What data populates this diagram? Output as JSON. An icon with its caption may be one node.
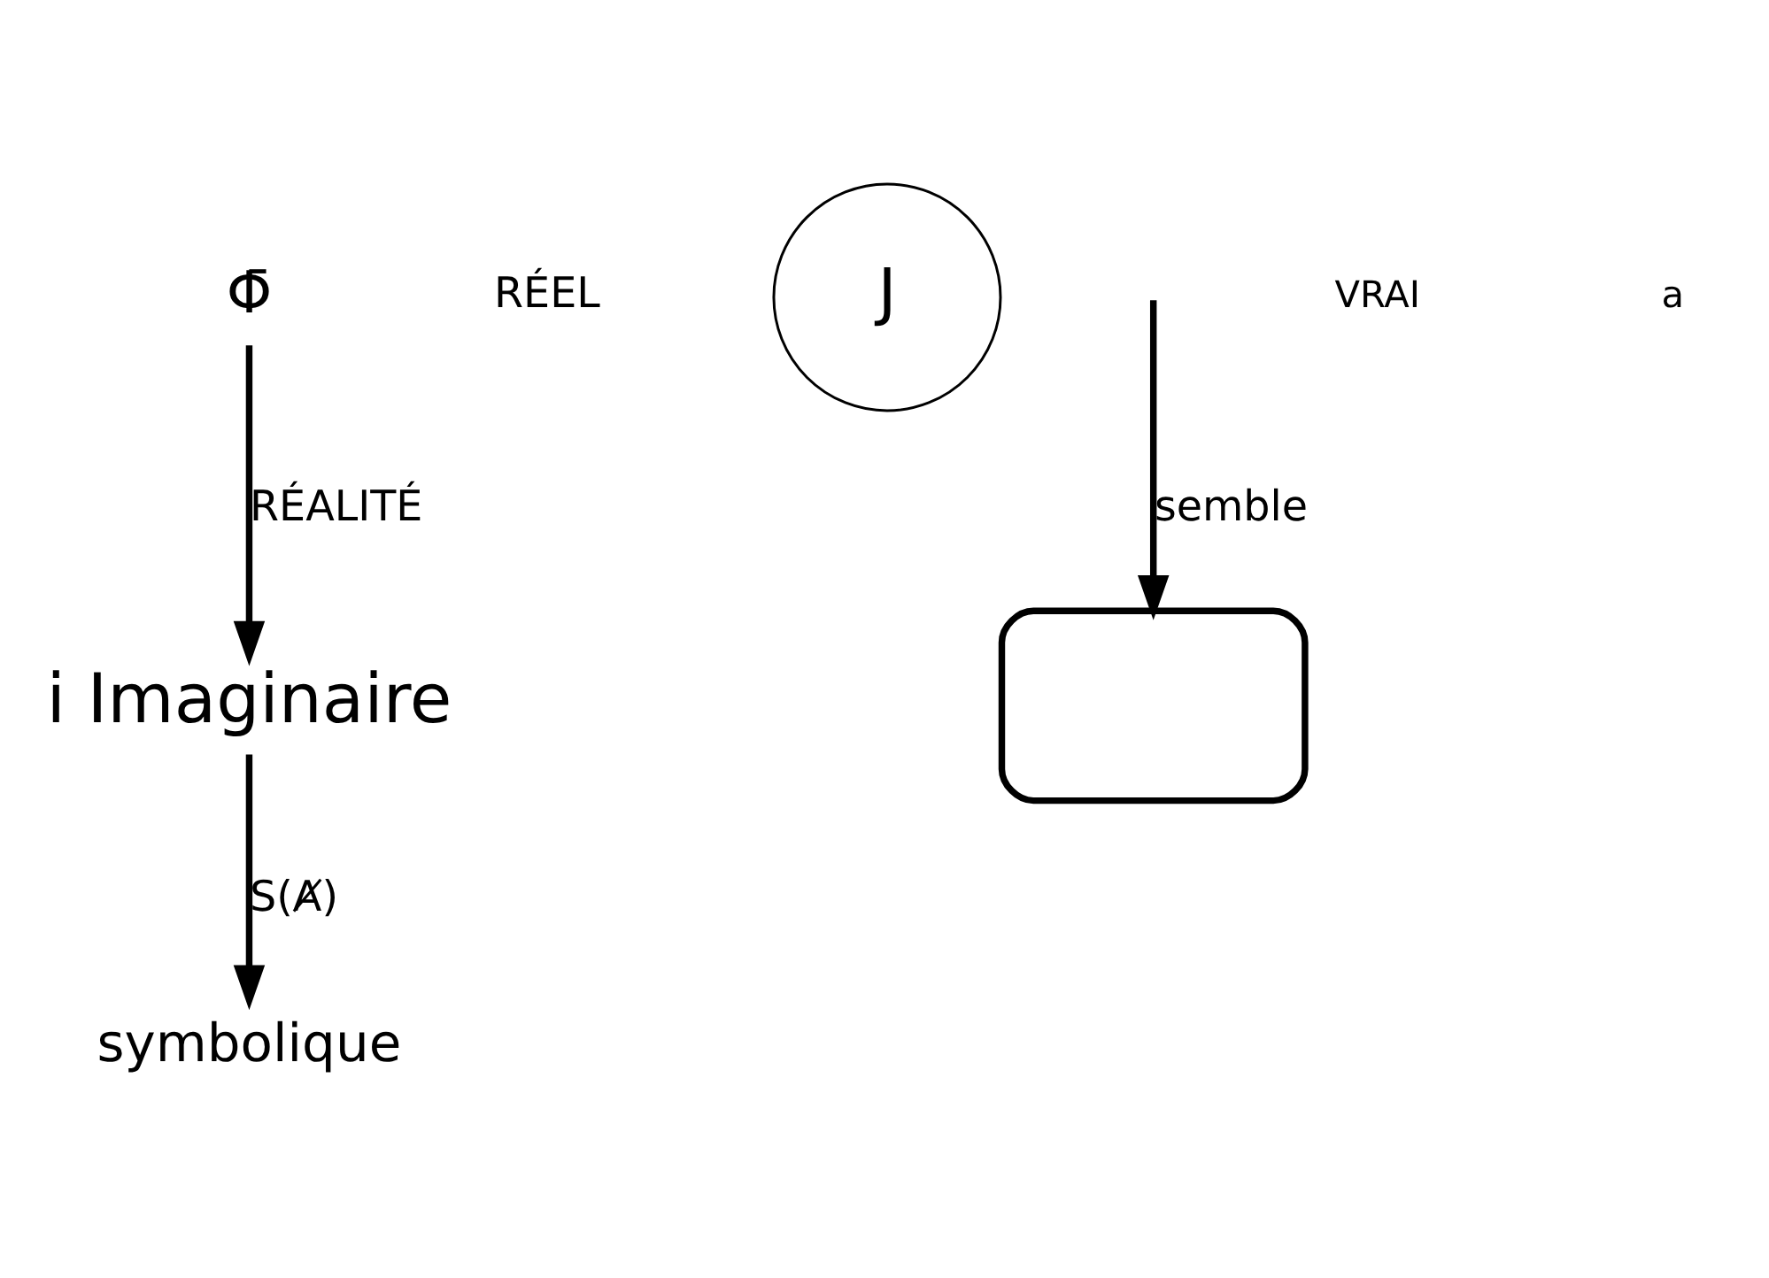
{
  "diagram": {
    "nodes": [
      {
        "text": [
          "i Imaginaire"
        ]
      },
      {
        "text": [
          "symbolique"
        ]
      },
      {
        "text": [
          "Φ̄"
        ]
      },
      {
        "text": [
          "RÉEL"
        ]
      },
      {
        "text": [
          "J"
        ]
      },
      {
        "text": [],
        "shape": "curve"
      }
    ],
    "edges": [
      {
        "from": 0,
        "to": 1,
        "arrow": "to",
        "label": "S(Ⱥ)"
      },
      {
        "from": 2,
        "to": 0,
        "arrow": "to",
        "label": "RÉALITÉ"
      },
      {
        "from": null,
        "to": 5,
        "arrow": "to",
        "label": "semble"
      }
    ],
    "labels": [
      "VRAI",
      "a"
    ]
  }
}
